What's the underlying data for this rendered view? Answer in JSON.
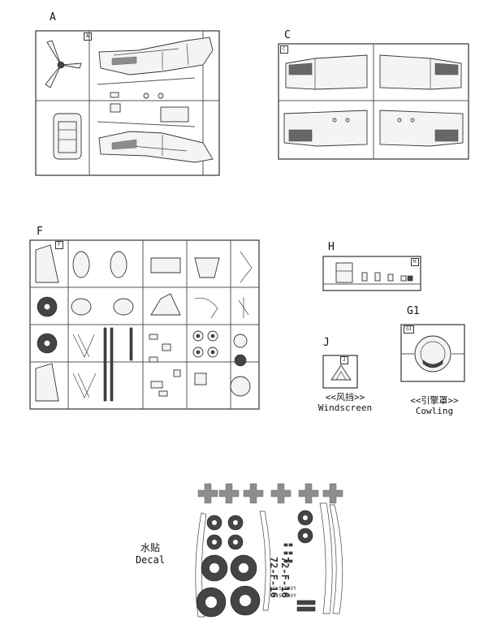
{
  "sprues": {
    "a": {
      "label": "A",
      "tag": "A"
    },
    "c": {
      "label": "C",
      "tag": "C"
    },
    "f": {
      "label": "F",
      "tag": "F"
    },
    "h": {
      "label": "H",
      "tag": "H"
    },
    "g1": {
      "label": "G1",
      "tag": "G1",
      "caption_cn": "<<引擎罩>>",
      "caption_en": "Cowling"
    },
    "j": {
      "label": "J",
      "tag": "J",
      "caption_cn": "<<风挡>>",
      "caption_en": "Windscreen"
    }
  },
  "decal": {
    "label_cn": "水贴",
    "label_en": "Decal",
    "codes": [
      "72-F-16",
      "72-F-16"
    ],
    "navy": [
      "U.S.NAVY",
      "U.S.NAVY"
    ]
  }
}
